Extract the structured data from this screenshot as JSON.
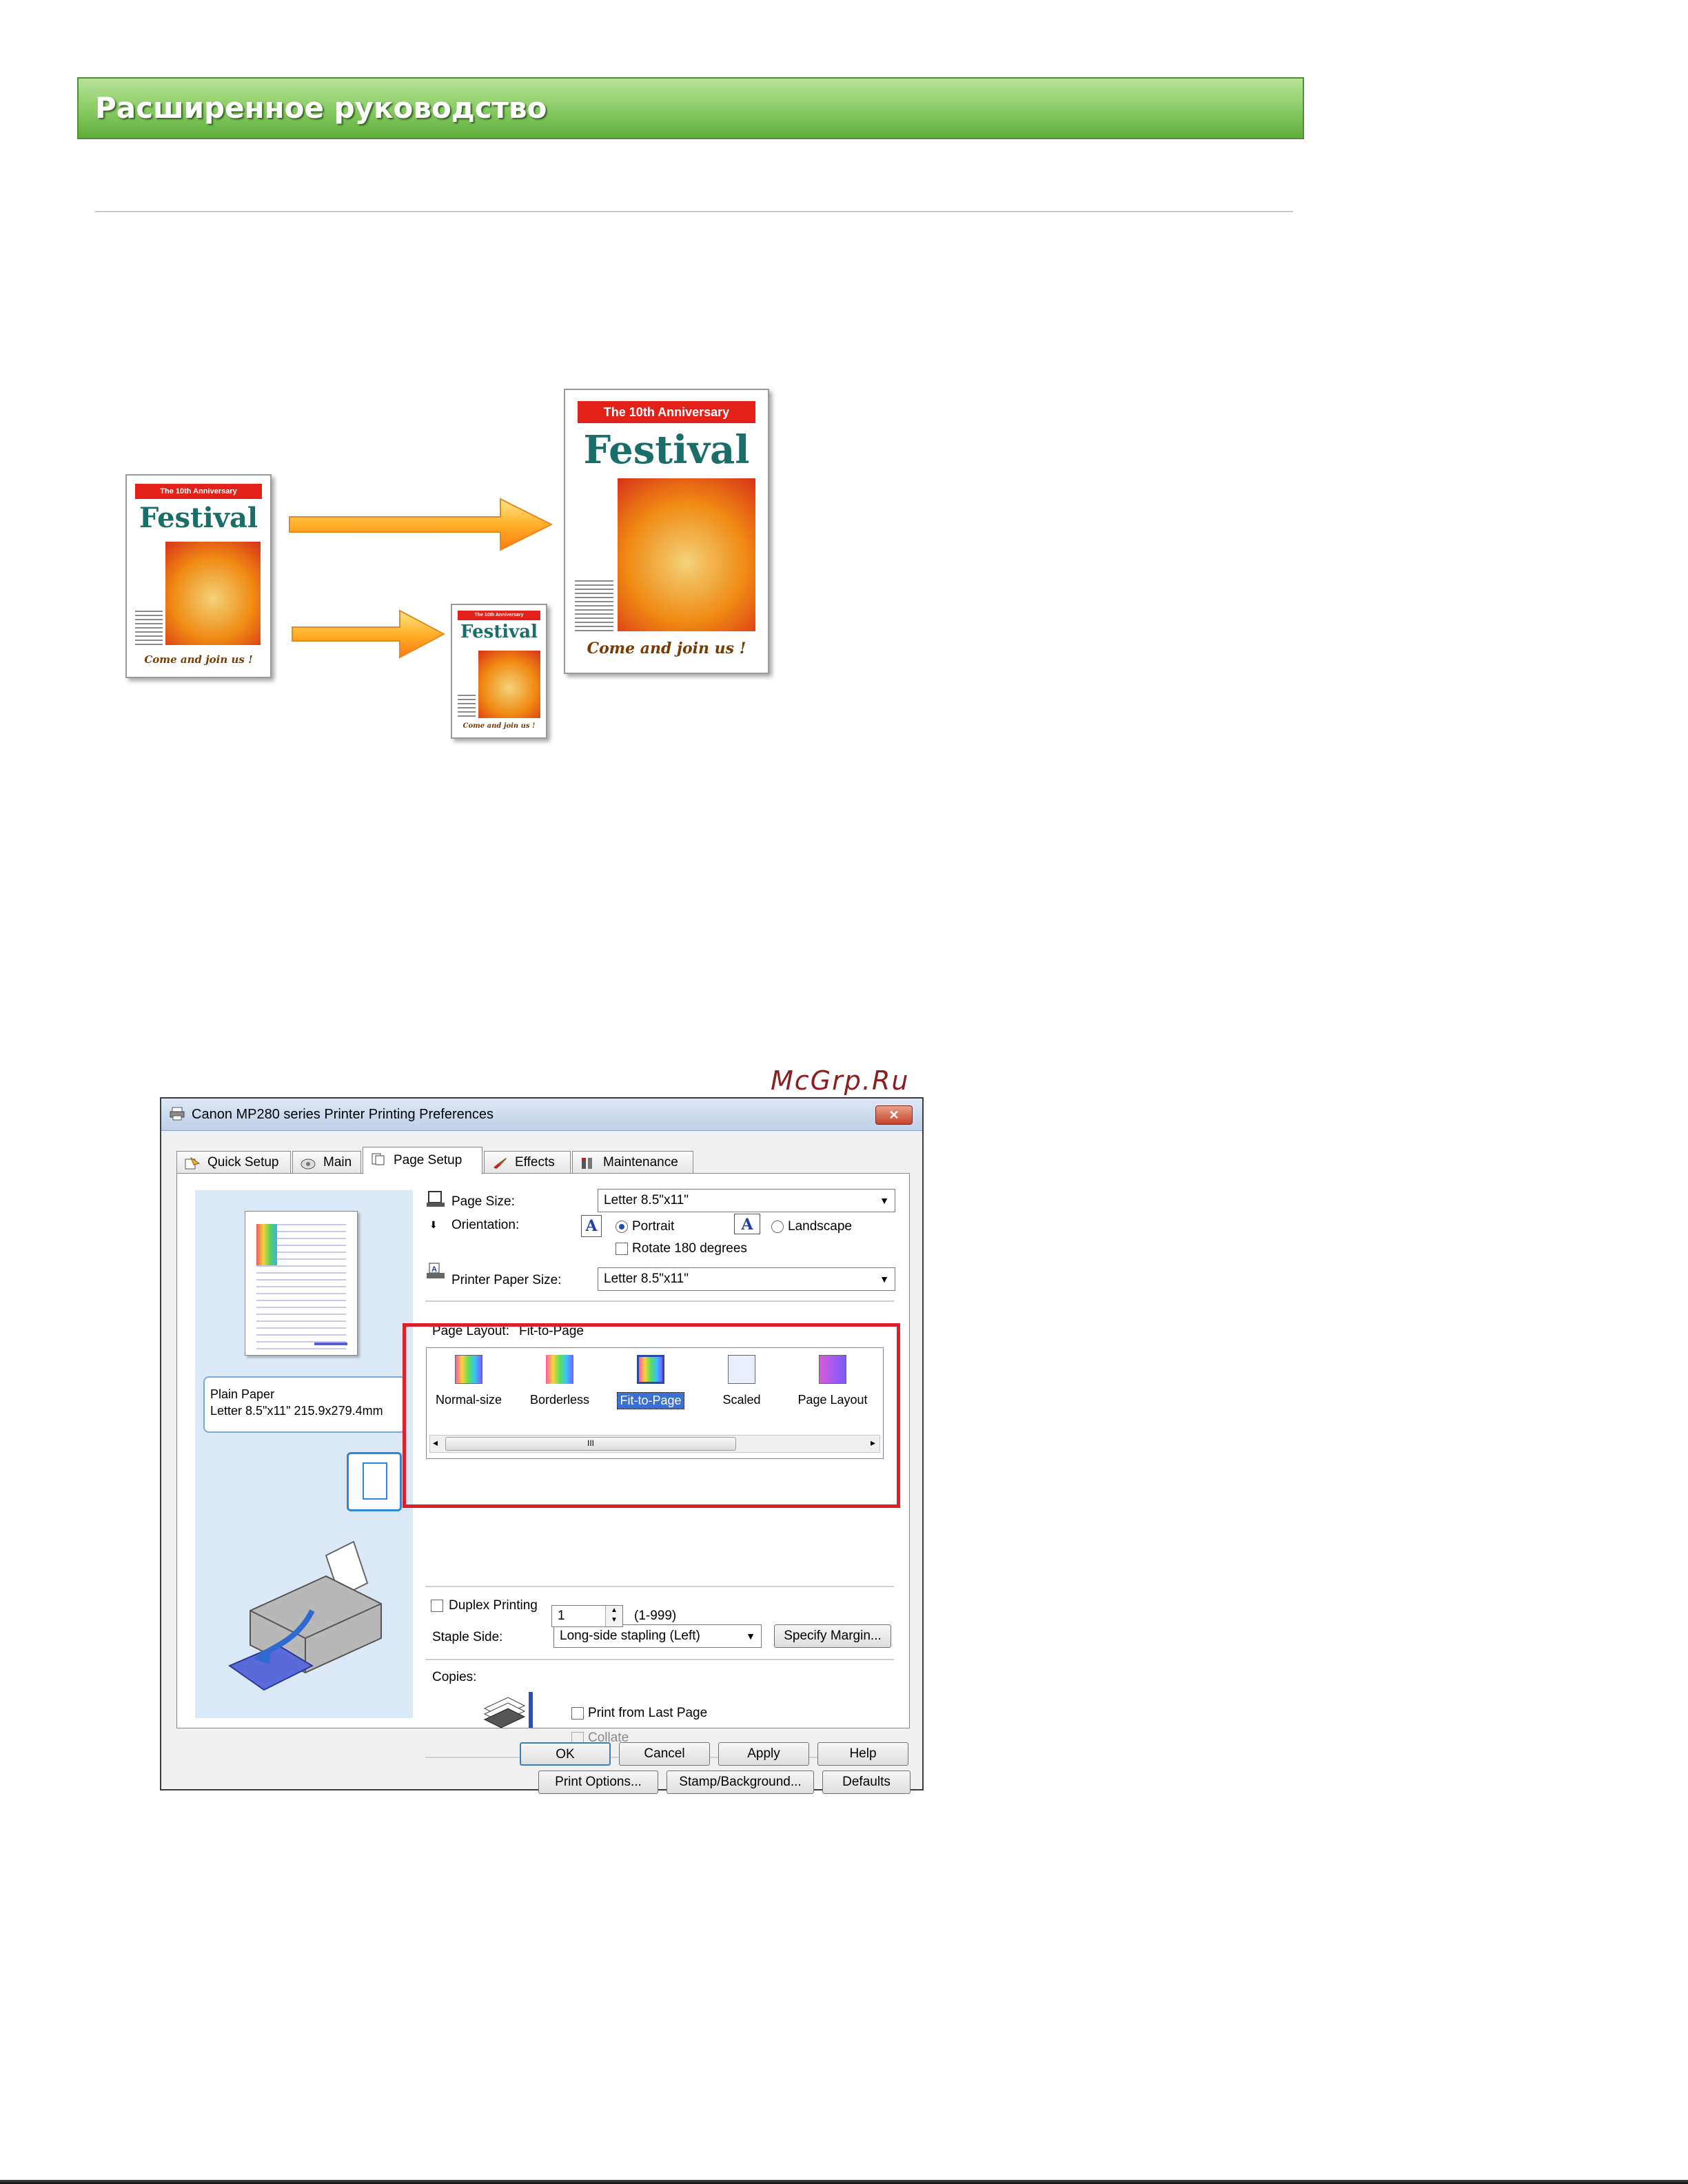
{
  "header": {
    "title": "Расширенное руководство"
  },
  "illustration": {
    "poster_ribbon": "The 10th Anniversary",
    "poster_title": "Festival",
    "poster_footer": "Come and join us !"
  },
  "watermark": "McGrp.Ru",
  "dialog": {
    "title": "Canon MP280 series Printer Printing Preferences",
    "close_label": "✕",
    "tabs": [
      {
        "label": "Quick Setup"
      },
      {
        "label": "Main"
      },
      {
        "label": "Page Setup"
      },
      {
        "label": "Effects"
      },
      {
        "label": "Maintenance"
      }
    ],
    "active_tab": "Page Setup",
    "preview": {
      "media_line1": "Plain Paper",
      "media_line2": "Letter 8.5\"x11\" 215.9x279.4mm"
    },
    "page_size": {
      "label": "Page Size:",
      "value": "Letter 8.5\"x11\""
    },
    "orientation": {
      "label": "Orientation:",
      "portrait": "Portrait",
      "landscape": "Landscape",
      "selected": "Portrait",
      "rotate_label": "Rotate 180 degrees"
    },
    "printer_paper_size": {
      "label": "Printer Paper Size:",
      "value": "Letter 8.5\"x11\""
    },
    "page_layout": {
      "label": "Page Layout:",
      "current": "Fit-to-Page",
      "items": [
        {
          "label": "Normal-size"
        },
        {
          "label": "Borderless"
        },
        {
          "label": "Fit-to-Page"
        },
        {
          "label": "Scaled"
        },
        {
          "label": "Page Layout"
        }
      ],
      "selected": "Fit-to-Page",
      "scroll_thumb": "III"
    },
    "duplex_label": "Duplex Printing",
    "staple_side": {
      "label": "Staple Side:",
      "value": "Long-side stapling (Left)"
    },
    "specify_margin": "Specify Margin...",
    "copies": {
      "label": "Copies:",
      "value": "1",
      "range": "(1-999)"
    },
    "print_from_last": "Print from Last Page",
    "collate": "Collate",
    "buttons_row1": {
      "print_options": "Print Options...",
      "stamp": "Stamp/Background...",
      "defaults": "Defaults"
    },
    "buttons_row2": {
      "ok": "OK",
      "cancel": "Cancel",
      "apply": "Apply",
      "help": "Help"
    }
  },
  "colors": {
    "banner": "#6fbf4a",
    "highlight_box": "#e01e26",
    "selection": "#3a70d4"
  }
}
